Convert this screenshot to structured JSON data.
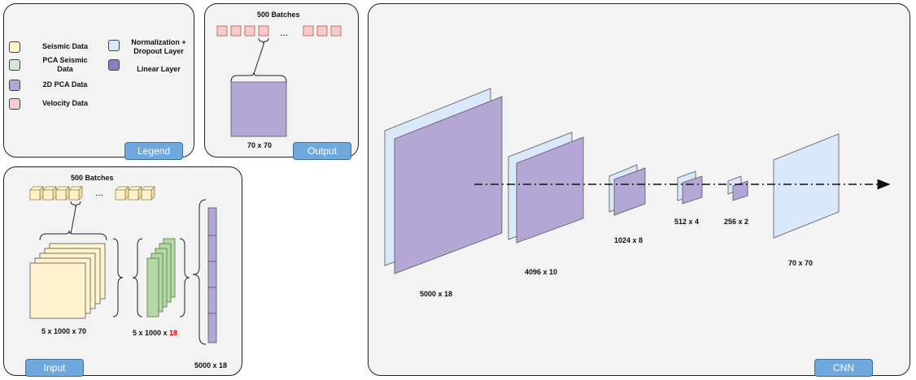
{
  "legend": {
    "tag": "Legend",
    "items": [
      {
        "label": "Seismic Data",
        "color": "#fff2cc"
      },
      {
        "label": "PCA Seismic Data",
        "color": "#d5e8d4"
      },
      {
        "label": "2D PCA Data",
        "color": "#b4a7d6"
      },
      {
        "label": "Velocity Data",
        "color": "#f4cccc"
      },
      {
        "label": "Normalization + Dropout Layer",
        "color": "#dae8fc"
      },
      {
        "label": "Linear Layer",
        "color": "#8e7cc3"
      }
    ]
  },
  "output": {
    "tag": "Output",
    "batches": "500 Batches",
    "dots": "...",
    "size": "70 x 70"
  },
  "input": {
    "tag": "Input",
    "batches": "500 Batches",
    "dots": "...",
    "seismic_size": "5 x 1000 x 70",
    "pca_size_prefix": "5 x 1000 x ",
    "pca_size_highlight": "18",
    "flat_size": "5000 x 18"
  },
  "cnn": {
    "tag": "CNN",
    "layers": [
      {
        "label": "5000 x 18"
      },
      {
        "label": "4096 x 10"
      },
      {
        "label": "1024 x 8"
      },
      {
        "label": "512 x 4"
      },
      {
        "label": "256 x 2"
      },
      {
        "label": "70 x 70"
      }
    ]
  }
}
